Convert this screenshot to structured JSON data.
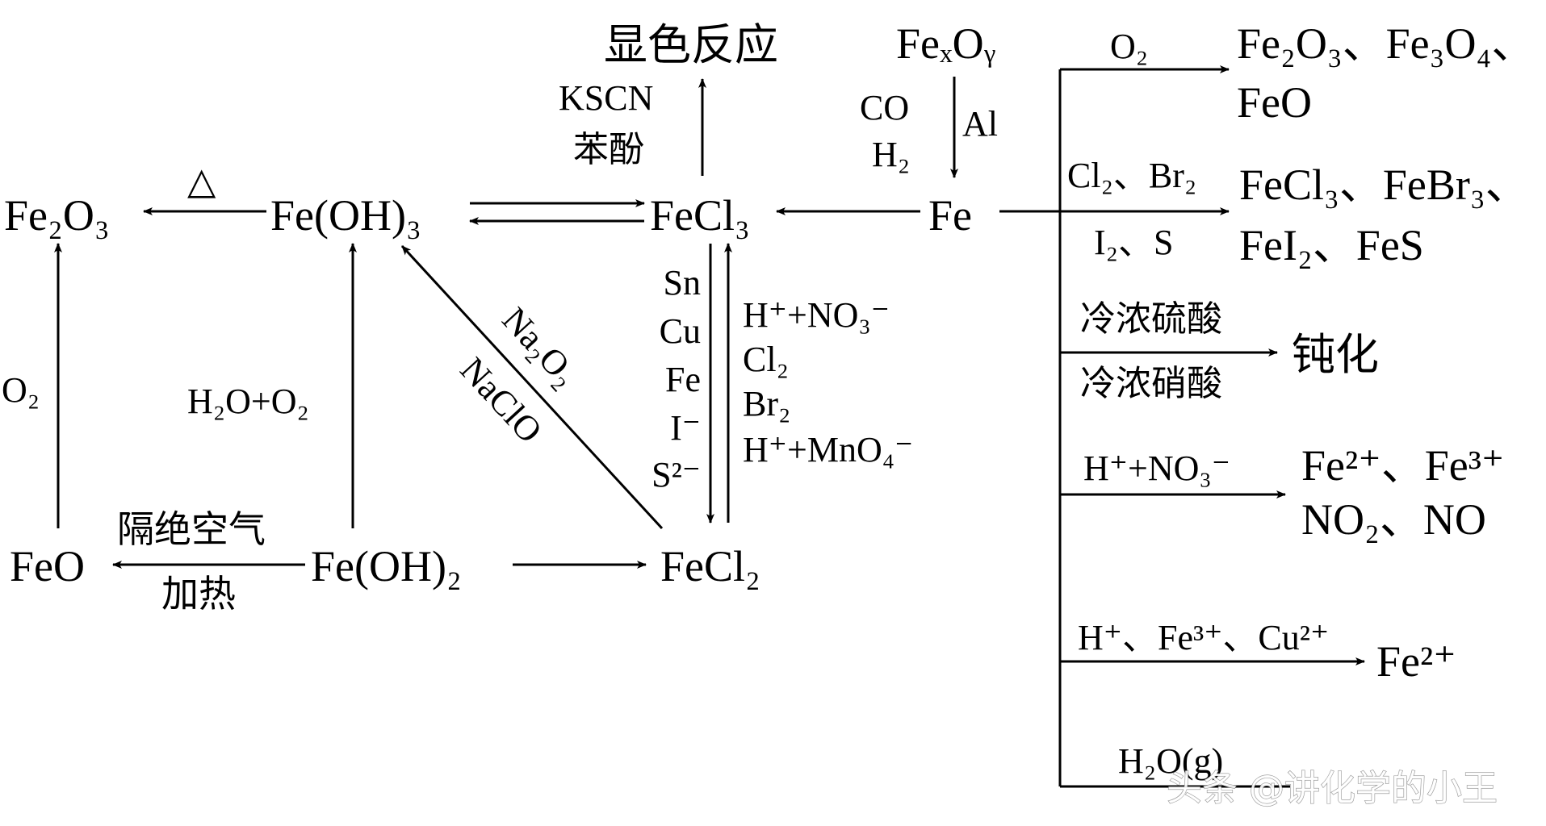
{
  "nodes": {
    "fe2o3": "Fe₂O₃",
    "feoh3": "Fe(OH)₃",
    "fecl3": "FeCl₃",
    "fe": "Fe",
    "fexoy": "FeₓOᵧ",
    "feo": "FeO",
    "feoh2": "Fe(OH)₂",
    "fecl2": "FeCl₂",
    "color_reaction": "显色反应"
  },
  "edge_labels": {
    "heat_triangle": "△",
    "o2_left": "O₂",
    "h2o_o2": "H₂O+O₂",
    "isolate_air": "隔绝空气",
    "heating": "加热",
    "na2o2": "Na₂O₂",
    "naclo": "NaClO",
    "kscn": "KSCN",
    "phenol": "苯酚",
    "co": "CO",
    "h2": "H₂",
    "al": "Al",
    "reducers": [
      "Sn",
      "Cu",
      "Fe",
      "I⁻",
      "S²⁻"
    ],
    "oxidizers": [
      "H⁺+NO₃⁻",
      "Cl₂",
      "Br₂",
      "H⁺+MnO₄⁻"
    ]
  },
  "branches": [
    {
      "reagent_top": "O₂",
      "reagent_bottom": "",
      "product_lines": [
        "Fe₂O₃、Fe₃O₄、",
        "FeO"
      ]
    },
    {
      "reagent_top": "Cl₂、Br₂",
      "reagent_bottom": "I₂、S",
      "product_lines": [
        "FeCl₃、FeBr₃、",
        "FeI₂、FeS"
      ]
    },
    {
      "reagent_top": "冷浓硫酸",
      "reagent_bottom": "冷浓硝酸",
      "product_lines": [
        "钝化"
      ]
    },
    {
      "reagent_top": "H⁺+NO₃⁻",
      "reagent_bottom": "",
      "product_lines": [
        "Fe²⁺、Fe³⁺",
        "NO₂、NO"
      ]
    },
    {
      "reagent_top": "H⁺、Fe³⁺、Cu²⁺",
      "reagent_bottom": "",
      "product_lines": [
        "Fe²⁺"
      ]
    },
    {
      "reagent_top": "H₂O(g)",
      "reagent_bottom": "",
      "product_lines": []
    }
  ],
  "watermark": "头条 @讲化学的小王"
}
